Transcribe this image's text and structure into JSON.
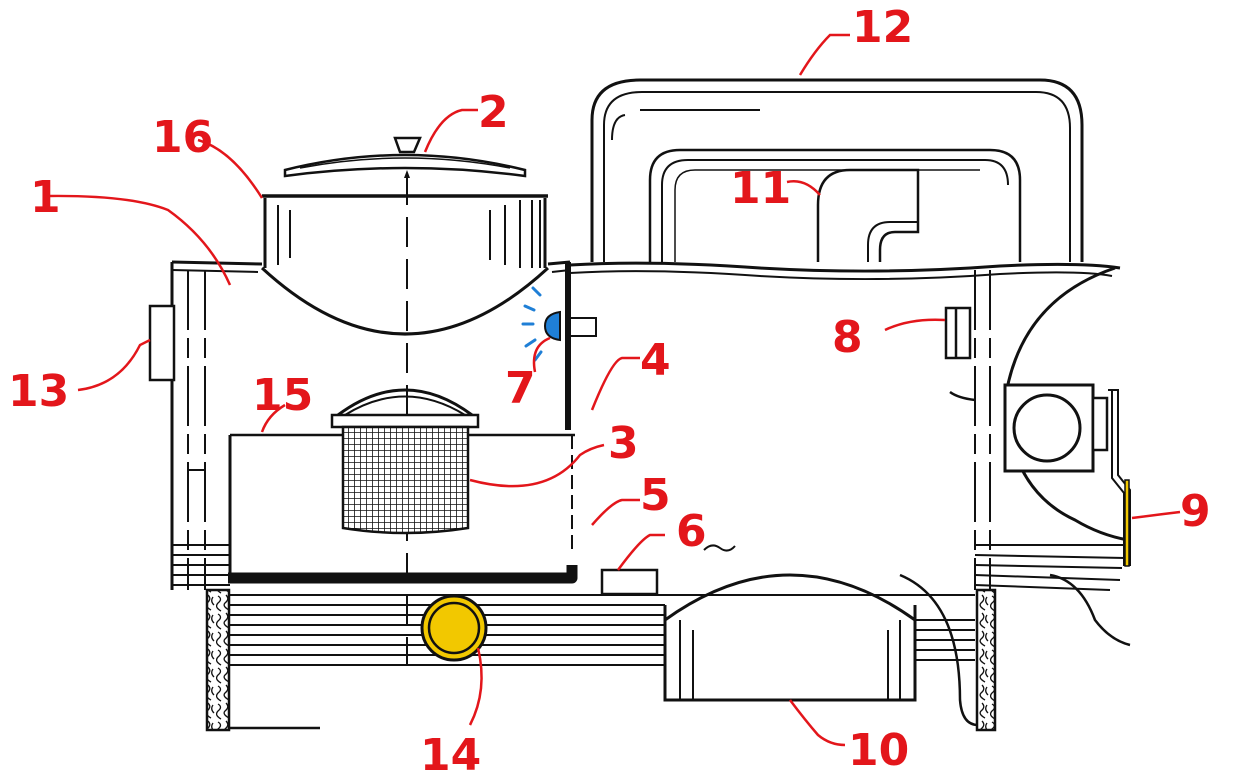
{
  "colors": {
    "line": "#111111",
    "callout": "#e3161b",
    "lens": "#1f7fd6",
    "gasket": "#f2c800",
    "background": "#ffffff"
  },
  "callouts": [
    {
      "id": "c1",
      "label": "1"
    },
    {
      "id": "c2",
      "label": "2"
    },
    {
      "id": "c3",
      "label": "3"
    },
    {
      "id": "c4",
      "label": "4"
    },
    {
      "id": "c5",
      "label": "5"
    },
    {
      "id": "c6",
      "label": "6"
    },
    {
      "id": "c7",
      "label": "7"
    },
    {
      "id": "c8",
      "label": "8"
    },
    {
      "id": "c9",
      "label": "9"
    },
    {
      "id": "c10",
      "label": "10"
    },
    {
      "id": "c11",
      "label": "11"
    },
    {
      "id": "c12",
      "label": "12"
    },
    {
      "id": "c13",
      "label": "13"
    },
    {
      "id": "c14",
      "label": "14"
    },
    {
      "id": "c15",
      "label": "15"
    },
    {
      "id": "c16",
      "label": "16"
    }
  ]
}
